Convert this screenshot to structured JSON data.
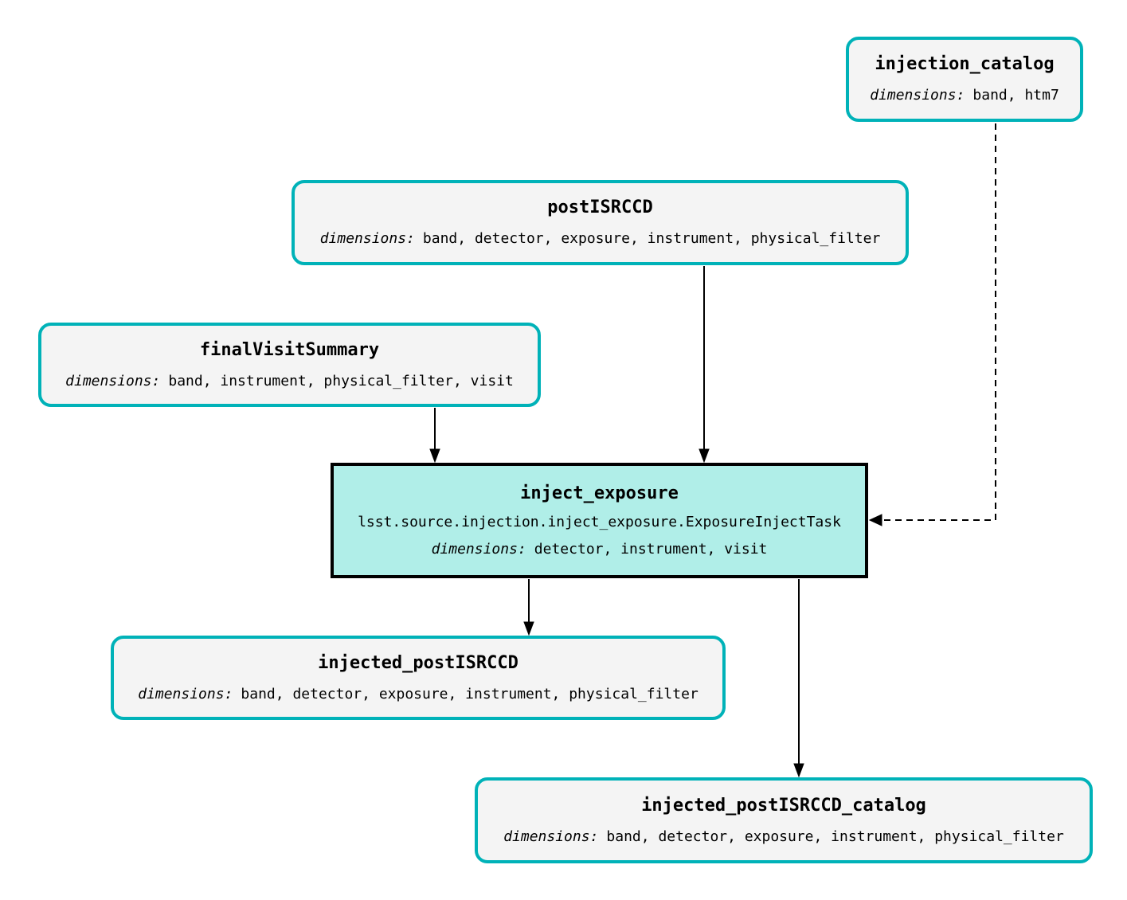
{
  "diagram": {
    "colors": {
      "dataset_border": "#00b2b8",
      "dataset_fill": "#f4f4f4",
      "task_border": "#000000",
      "task_fill": "#b0eee8",
      "edge": "#000000"
    },
    "nodes": {
      "injection_catalog": {
        "title": "injection_catalog",
        "dimensions_label": "dimensions:",
        "dimensions": "band, htm7"
      },
      "postISRCCD": {
        "title": "postISRCCD",
        "dimensions_label": "dimensions:",
        "dimensions": "band, detector, exposure, instrument, physical_filter"
      },
      "finalVisitSummary": {
        "title": "finalVisitSummary",
        "dimensions_label": "dimensions:",
        "dimensions": "band, instrument, physical_filter, visit"
      },
      "inject_exposure": {
        "title": "inject_exposure",
        "task_class": "lsst.source.injection.inject_exposure.ExposureInjectTask",
        "dimensions_label": "dimensions:",
        "dimensions": "detector, instrument, visit"
      },
      "injected_postISRCCD": {
        "title": "injected_postISRCCD",
        "dimensions_label": "dimensions:",
        "dimensions": "band, detector, exposure, instrument, physical_filter"
      },
      "injected_postISRCCD_catalog": {
        "title": "injected_postISRCCD_catalog",
        "dimensions_label": "dimensions:",
        "dimensions": "band, detector, exposure, instrument, physical_filter"
      }
    },
    "edges": [
      {
        "from": "postISRCCD",
        "to": "inject_exposure",
        "style": "solid"
      },
      {
        "from": "finalVisitSummary",
        "to": "inject_exposure",
        "style": "solid"
      },
      {
        "from": "injection_catalog",
        "to": "inject_exposure",
        "style": "dashed"
      },
      {
        "from": "inject_exposure",
        "to": "injected_postISRCCD",
        "style": "solid"
      },
      {
        "from": "inject_exposure",
        "to": "injected_postISRCCD_catalog",
        "style": "solid"
      }
    ]
  }
}
